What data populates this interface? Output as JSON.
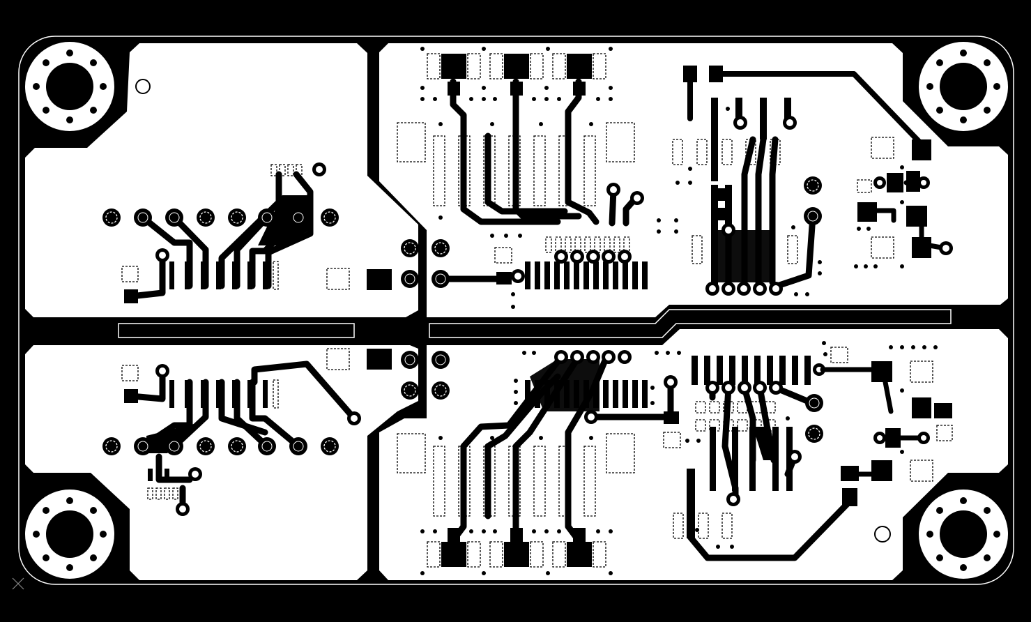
{
  "view": {
    "title": "",
    "layer": "copper",
    "colors": {
      "background": "#000000",
      "copper": "#ffffff",
      "clearance": "#000000"
    }
  },
  "board": {
    "mounting_holes": 4,
    "sections": [
      "top-left",
      "top-right",
      "bottom-left",
      "bottom-right"
    ],
    "origin_marker_icon": "origin-cross-icon"
  }
}
